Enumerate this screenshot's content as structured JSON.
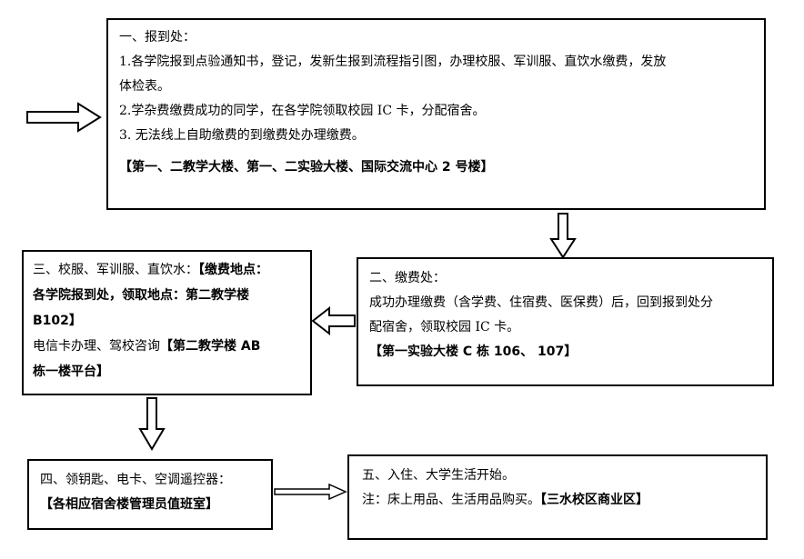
{
  "box1": {
    "title": "一、报到处：",
    "line1": "1.各学院报到点验通知书，登记，发新生报到流程指引图，办理校服、军训服、直饮水缴费，发放",
    "line1b": "体检表。",
    "line2": "2.学杂费缴费成功的同学，在各学院领取校园 IC 卡，分配宿舍。",
    "line3": "3.  无法线上自助缴费的到缴费处办理缴费。",
    "location": "【第一、二教学大楼、第一、二实验大楼、国际交流中心 2 号楼】"
  },
  "box2": {
    "title": "二、缴费处：",
    "line1": "成功办理缴费（含学费、住宿费、医保费）后，回到报到处分",
    "line1b": "配宿舍，领取校园 IC 卡。",
    "location": "【第一实验大楼 C 栋 106、 107】"
  },
  "box3": {
    "prefix": "三、校服、军训服、直饮水：",
    "loc1": "【缴费地点：",
    "loc2": "各学院报到处，领取地点：第二教学楼",
    "loc3": "B102】",
    "line2": "电信卡办理、驾校咨询",
    "loc4": "【第二教学楼 AB",
    "loc5": "栋一楼平台】"
  },
  "box4": {
    "title": "四、领钥匙、电卡、空调遥控器：",
    "location": "【各相应宿舍楼管理员值班室】"
  },
  "box5": {
    "title": "五、入住、大学生活开始。",
    "note": "注：床上用品、生活用品购买。",
    "location": "【三水校区商业区】"
  }
}
